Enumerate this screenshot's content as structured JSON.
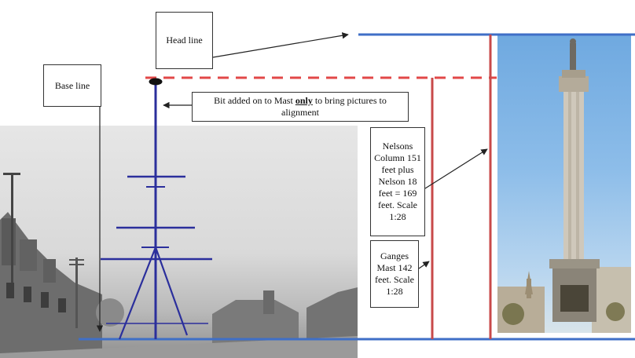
{
  "labels": {
    "head_line": "Head line",
    "base_line": "Base line",
    "bit_prefix": "Bit added on to Mast ",
    "bit_emphasis": "only",
    "bit_suffix": " to bring pictures to alignment",
    "nelson_note": "Nelsons Column 151 feet plus Nelson 18 feet = 169 feet. Scale 1:28",
    "ganges_note": "Ganges Mast 142 feet. Scale 1:28"
  },
  "colors": {
    "blue_line": "#3f6fc7",
    "red_line": "#c84a4a",
    "dashed_red": "#e24848",
    "mast": "#2b2f9c"
  }
}
